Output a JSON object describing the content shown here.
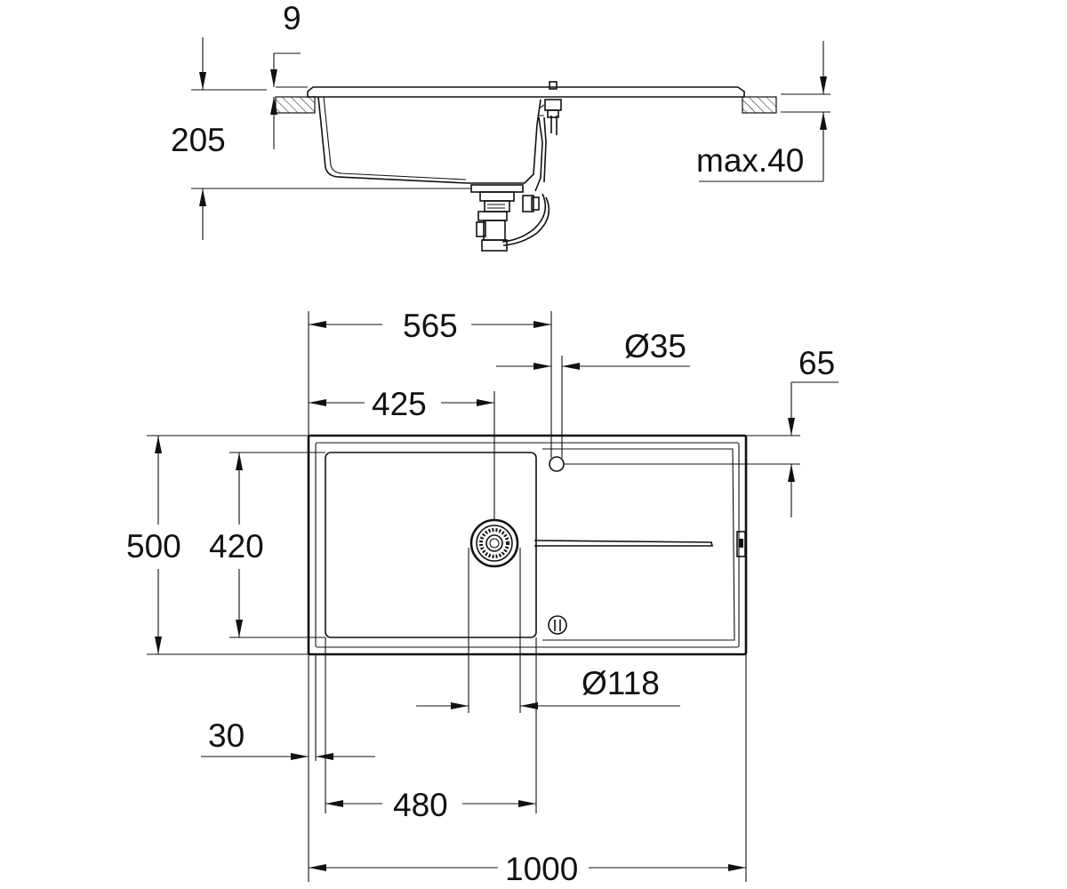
{
  "side_view": {
    "dim_rim": "9",
    "dim_depth": "205",
    "dim_countertop": "max.40"
  },
  "top_view": {
    "dim_tap_position": "565",
    "dim_tap_hole": "Ø35",
    "dim_tap_offset": "65",
    "dim_drain_position": "425",
    "dim_width": "500",
    "dim_bowl_width": "420",
    "dim_drain_size": "Ø118",
    "dim_edge": "30",
    "dim_bowl_length": "480",
    "dim_length": "1000"
  }
}
